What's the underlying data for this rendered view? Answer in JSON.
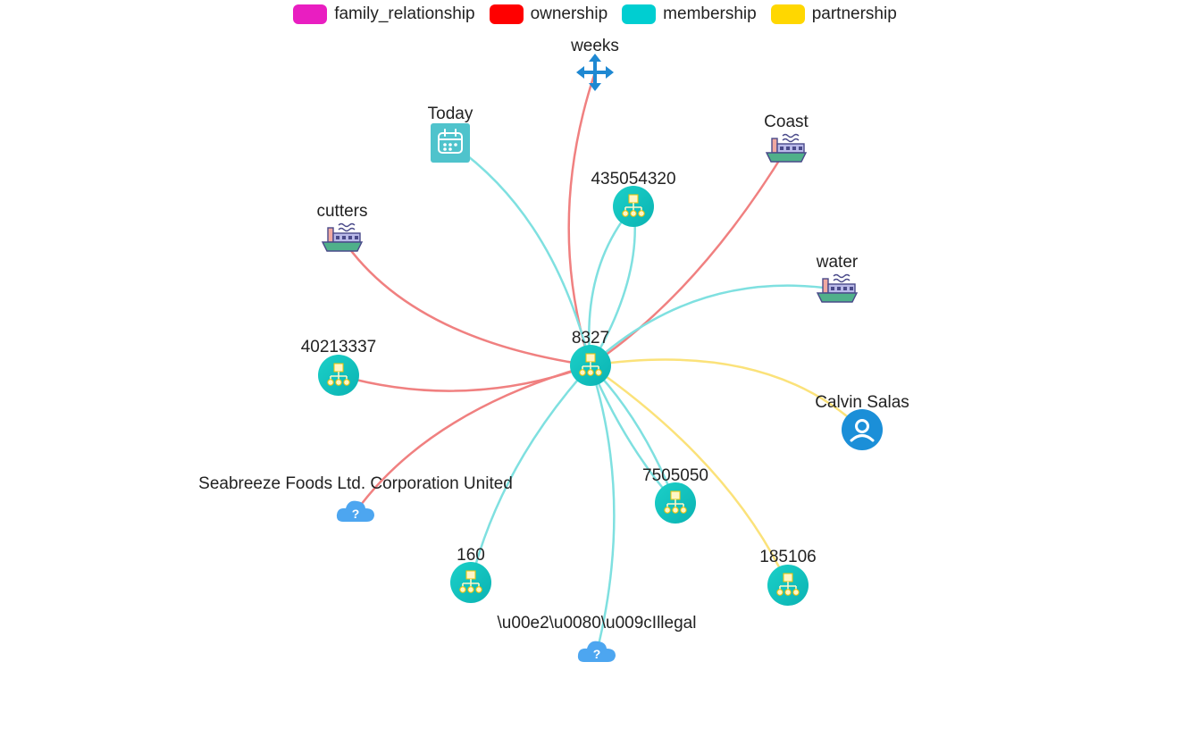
{
  "legend": [
    {
      "label": "family_relationship",
      "color": "#E91EC1"
    },
    {
      "label": "ownership",
      "color": "#FF0000"
    },
    {
      "label": "membership",
      "color": "#00CED1"
    },
    {
      "label": "partnership",
      "color": "#FFD700"
    }
  ],
  "nodes": [
    {
      "id": "center",
      "label": "8327",
      "icon": "organization-icon"
    },
    {
      "id": "weeks",
      "label": "weeks",
      "icon": "move-arrows-icon"
    },
    {
      "id": "today",
      "label": "Today",
      "icon": "calendar-icon"
    },
    {
      "id": "coast",
      "label": "Coast",
      "icon": "ship-icon"
    },
    {
      "id": "n435054320",
      "label": "435054320",
      "icon": "organization-icon"
    },
    {
      "id": "cutters",
      "label": "cutters",
      "icon": "ship-icon"
    },
    {
      "id": "water",
      "label": "water",
      "icon": "ship-icon"
    },
    {
      "id": "n40213337",
      "label": "40213337",
      "icon": "organization-icon"
    },
    {
      "id": "calvin",
      "label": "Calvin Salas",
      "icon": "person-icon"
    },
    {
      "id": "seabreeze",
      "label": "Seabreeze Foods Ltd. Corporation United",
      "icon": "unknown-cloud-icon"
    },
    {
      "id": "n7505050",
      "label": "7505050",
      "icon": "organization-icon"
    },
    {
      "id": "n160",
      "label": "160",
      "icon": "organization-icon"
    },
    {
      "id": "n185106",
      "label": "185106",
      "icon": "organization-icon"
    },
    {
      "id": "illegal",
      "label": "\\u00e2\\u0080\\u009cIllegal",
      "icon": "unknown-cloud-icon"
    }
  ],
  "edges": [
    {
      "source": "center",
      "target": "weeks",
      "type": "ownership"
    },
    {
      "source": "center",
      "target": "today",
      "type": "membership"
    },
    {
      "source": "center",
      "target": "coast",
      "type": "ownership"
    },
    {
      "source": "center",
      "target": "n435054320",
      "type": "membership"
    },
    {
      "source": "center",
      "target": "n435054320",
      "type": "membership"
    },
    {
      "source": "center",
      "target": "cutters",
      "type": "ownership"
    },
    {
      "source": "center",
      "target": "water",
      "type": "membership"
    },
    {
      "source": "center",
      "target": "n40213337",
      "type": "ownership"
    },
    {
      "source": "center",
      "target": "calvin",
      "type": "partnership"
    },
    {
      "source": "center",
      "target": "seabreeze",
      "type": "ownership"
    },
    {
      "source": "center",
      "target": "n7505050",
      "type": "membership"
    },
    {
      "source": "center",
      "target": "n7505050",
      "type": "membership"
    },
    {
      "source": "center",
      "target": "n160",
      "type": "membership"
    },
    {
      "source": "center",
      "target": "n185106",
      "type": "partnership"
    },
    {
      "source": "center",
      "target": "illegal",
      "type": "membership"
    }
  ]
}
